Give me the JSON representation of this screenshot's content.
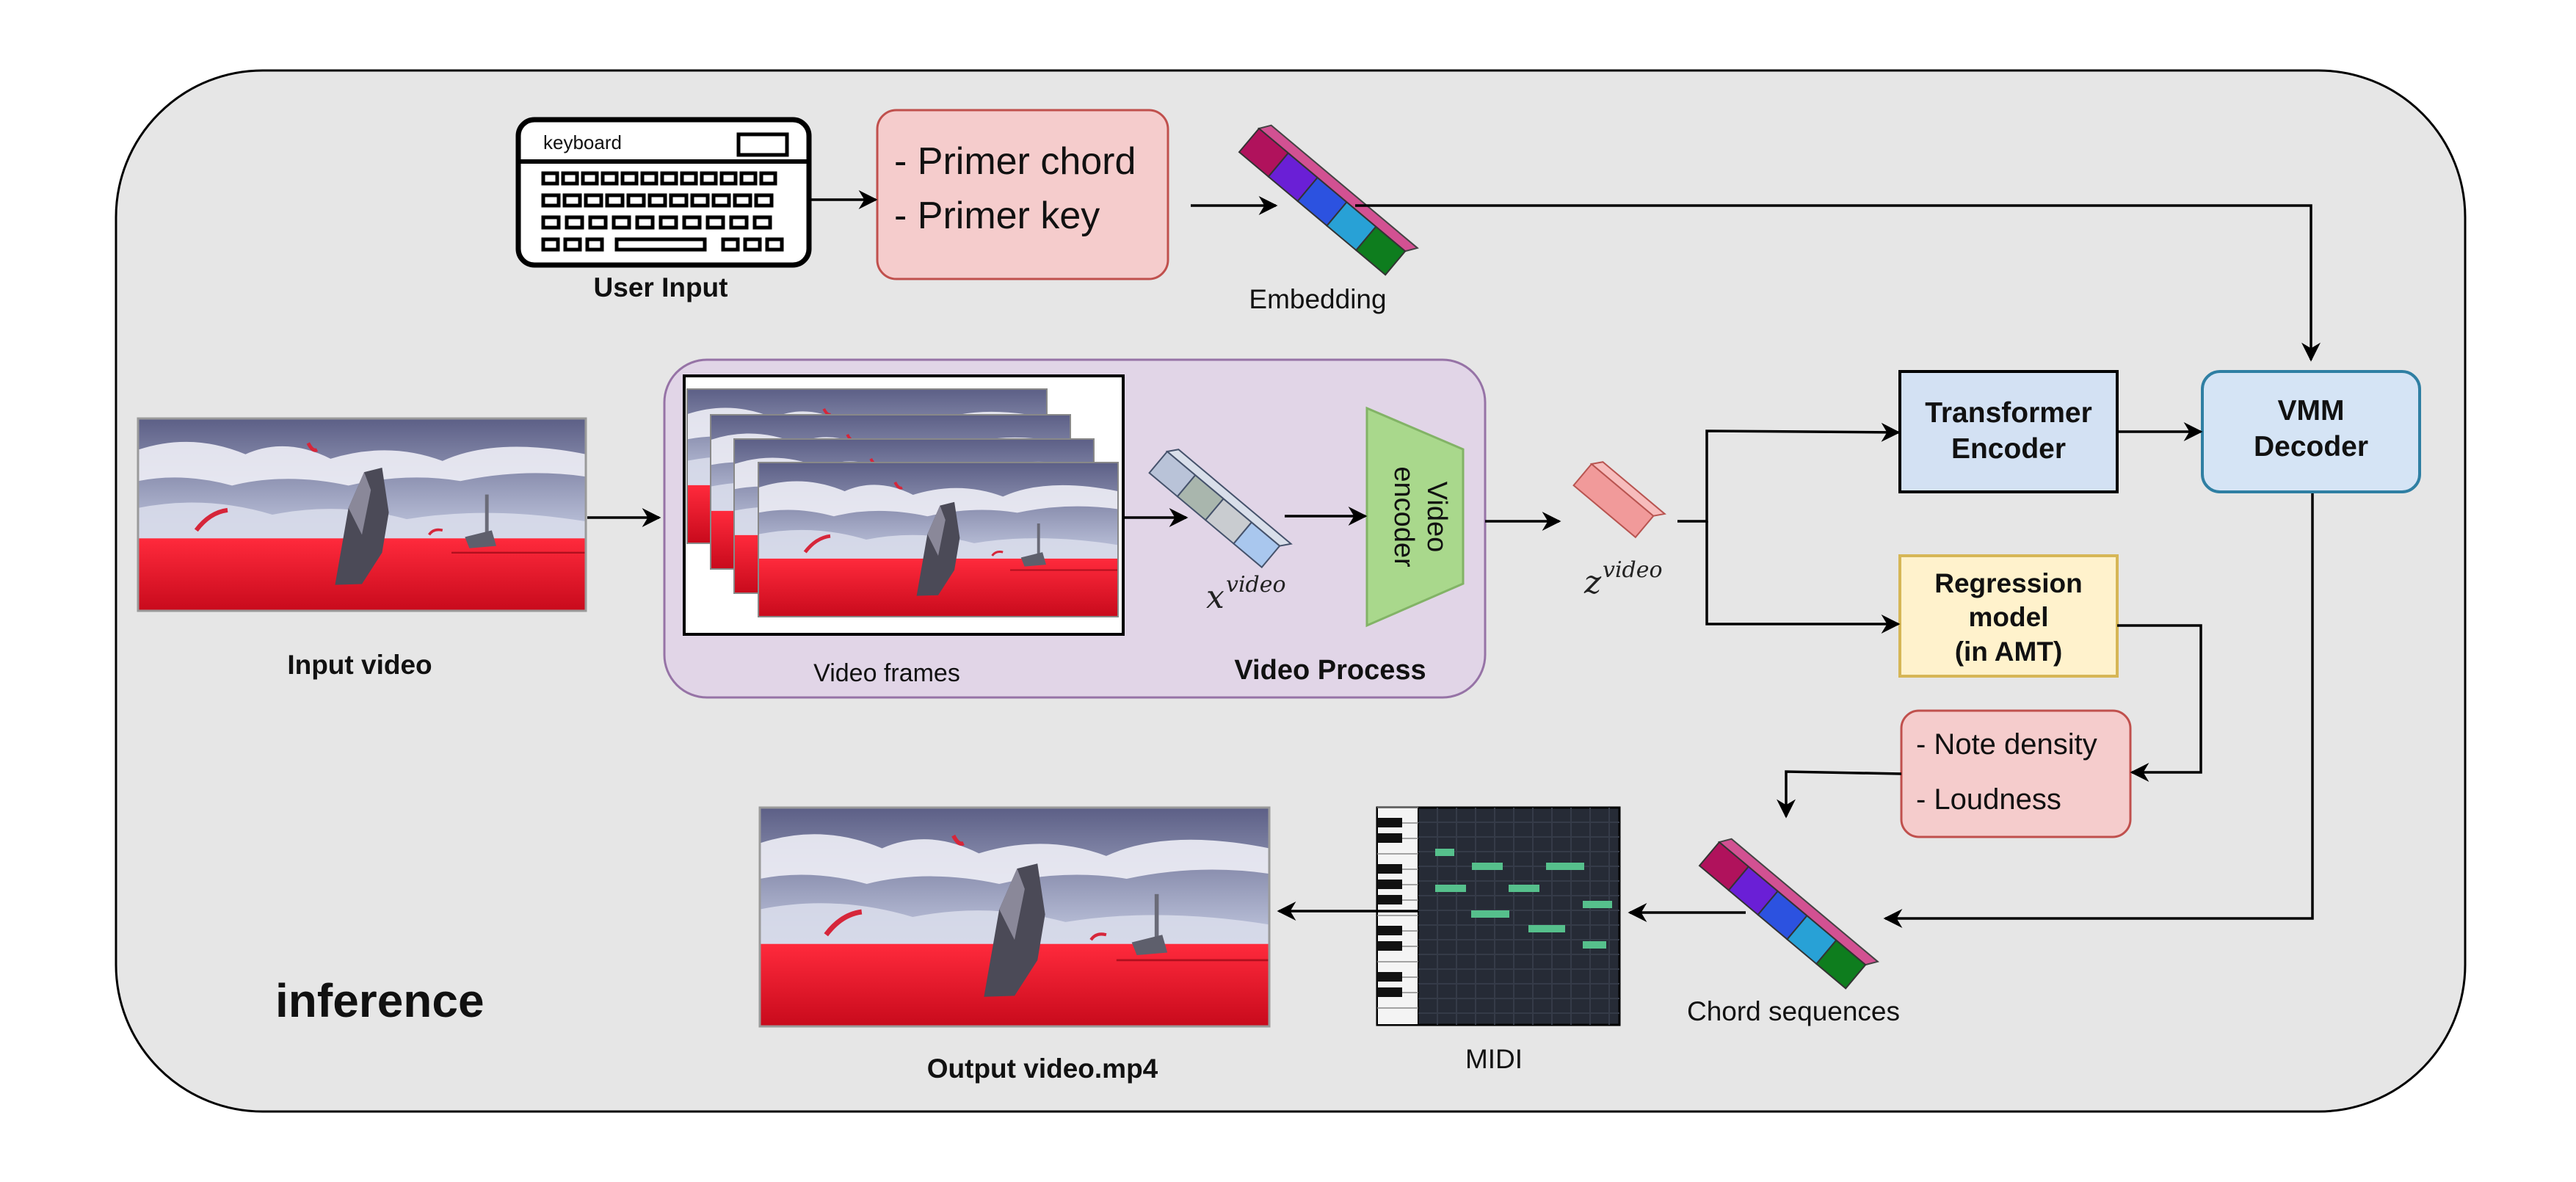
{
  "diagram": {
    "mode_label": "inference",
    "user_input": {
      "keyboard_text": "keyboard",
      "caption": "User Input"
    },
    "primer": {
      "line1": "- Primer chord",
      "line2": "- Primer key"
    },
    "embedding": {
      "caption": "Embedding"
    },
    "input_video": {
      "caption": "Input video"
    },
    "video_process": {
      "title": "Video Process",
      "frames_caption": "Video frames",
      "x_symbol": "x",
      "x_superscript": "video",
      "encoder_line1": "Video",
      "encoder_line2": "encoder"
    },
    "z_vector": {
      "symbol": "z",
      "superscript": "video"
    },
    "transformer_encoder": {
      "line1": "Transformer",
      "line2": "Encoder"
    },
    "vmm_decoder": {
      "line1": "VMM",
      "line2": "Decoder"
    },
    "regression_model": {
      "line1": "Regression",
      "line2": "model",
      "line3": "(in AMT)"
    },
    "features": {
      "line1": "- Note density",
      "line2": "- Loudness"
    },
    "chord_sequences": {
      "caption": "Chord sequences"
    },
    "midi": {
      "caption": "MIDI"
    },
    "output_video": {
      "caption": "Output video.mp4"
    },
    "colors": {
      "panel_bg": "#e6e6e6",
      "primer_fill": "#f5cccc",
      "primer_stroke": "#c0504d",
      "video_process_fill": "#e1d5e7",
      "video_process_stroke": "#9673a6",
      "encoder_fill": "#a9d88c",
      "transformer_fill": "#d3e1f3",
      "vmm_fill": "#d5e4f5",
      "vmm_stroke": "#2f7fa3",
      "regression_fill": "#fff2cc",
      "regression_stroke": "#d6b656",
      "red_field": "#e5102a",
      "midi_bg": "#262b36",
      "midi_note": "#56c08c"
    }
  }
}
